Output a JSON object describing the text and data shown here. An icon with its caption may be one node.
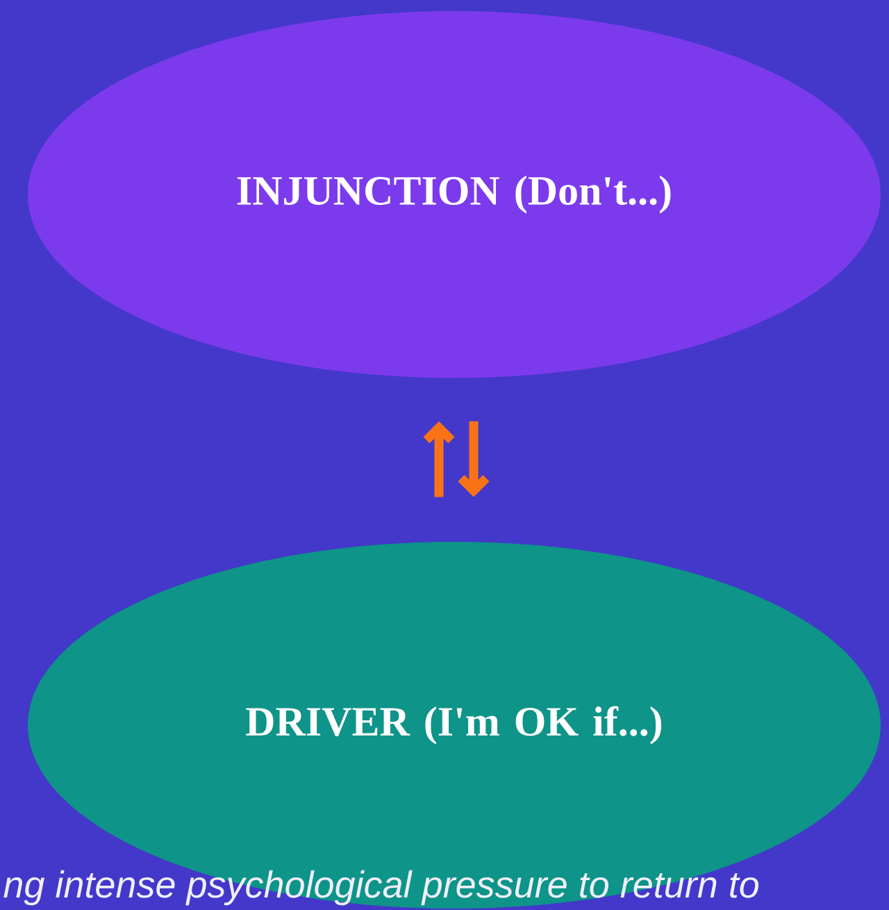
{
  "diagram": {
    "nodes": [
      {
        "text": [
          "INJUNCTION (Don't...)"
        ]
      },
      {
        "text": [
          "DRIVER (I'm OK if...)"
        ]
      }
    ],
    "edges": [
      {
        "from": 1,
        "to": 0,
        "arrow": "to"
      },
      {
        "from": 0,
        "to": 1,
        "arrow": "to"
      }
    ],
    "labels": [
      "ng intense psychological pressure to return to"
    ]
  }
}
